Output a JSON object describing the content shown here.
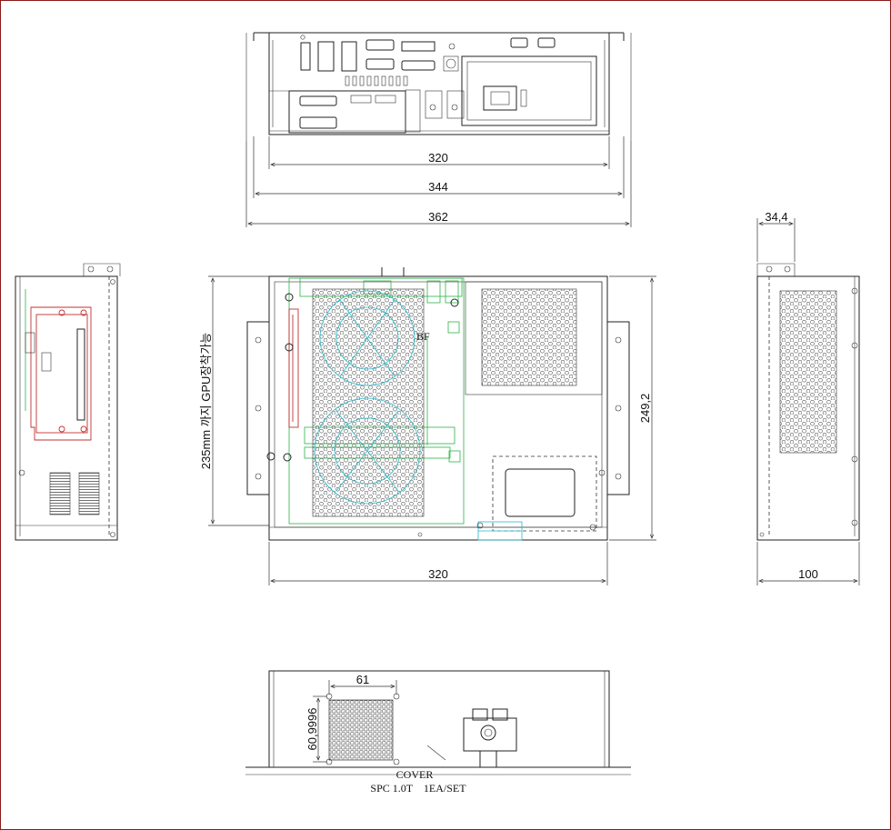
{
  "dimensions": {
    "front_inner_width": "320",
    "front_flange_width": "344",
    "front_overall_width": "362",
    "top_width": "320",
    "top_depth": "249,2",
    "side_depth": "100",
    "side_flange": "34,4",
    "rear_fan_width": "61",
    "rear_fan_height": "60,9996"
  },
  "annotations": {
    "gpu_note": "235mm 까지 GPU장착가능",
    "cover_label": "COVER",
    "cover_spec": "SPC 1.0T    1EA/SET",
    "board_label": "BF"
  },
  "colors": {
    "frame": "#8b1a1a",
    "line": "#222222",
    "board": "#2bb54a",
    "fan": "#27b9c9",
    "card": "#c23030"
  }
}
